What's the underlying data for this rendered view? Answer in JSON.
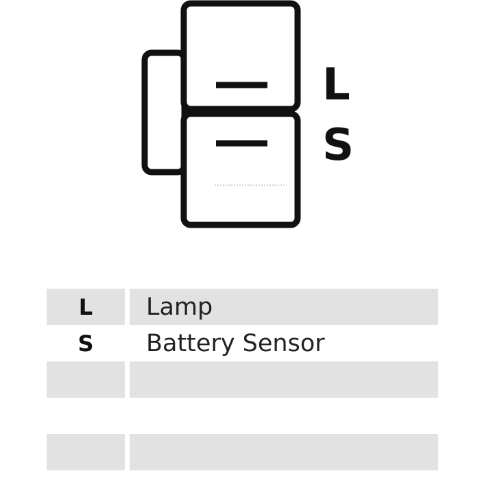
{
  "diagram": {
    "pin_labels": [
      "L",
      "S"
    ]
  },
  "pin_table": {
    "rows": [
      {
        "code": "L",
        "description": "Lamp",
        "shaded": true
      },
      {
        "code": "S",
        "description": "Battery Sensor",
        "shaded": false
      },
      {
        "code": "",
        "description": "",
        "shaded": true
      },
      {
        "code": "",
        "description": "",
        "shaded": false
      },
      {
        "code": "",
        "description": "",
        "shaded": true
      }
    ]
  },
  "colors": {
    "outline": "#111111",
    "row_shade": "#e2e2e2",
    "background": "#ffffff"
  }
}
